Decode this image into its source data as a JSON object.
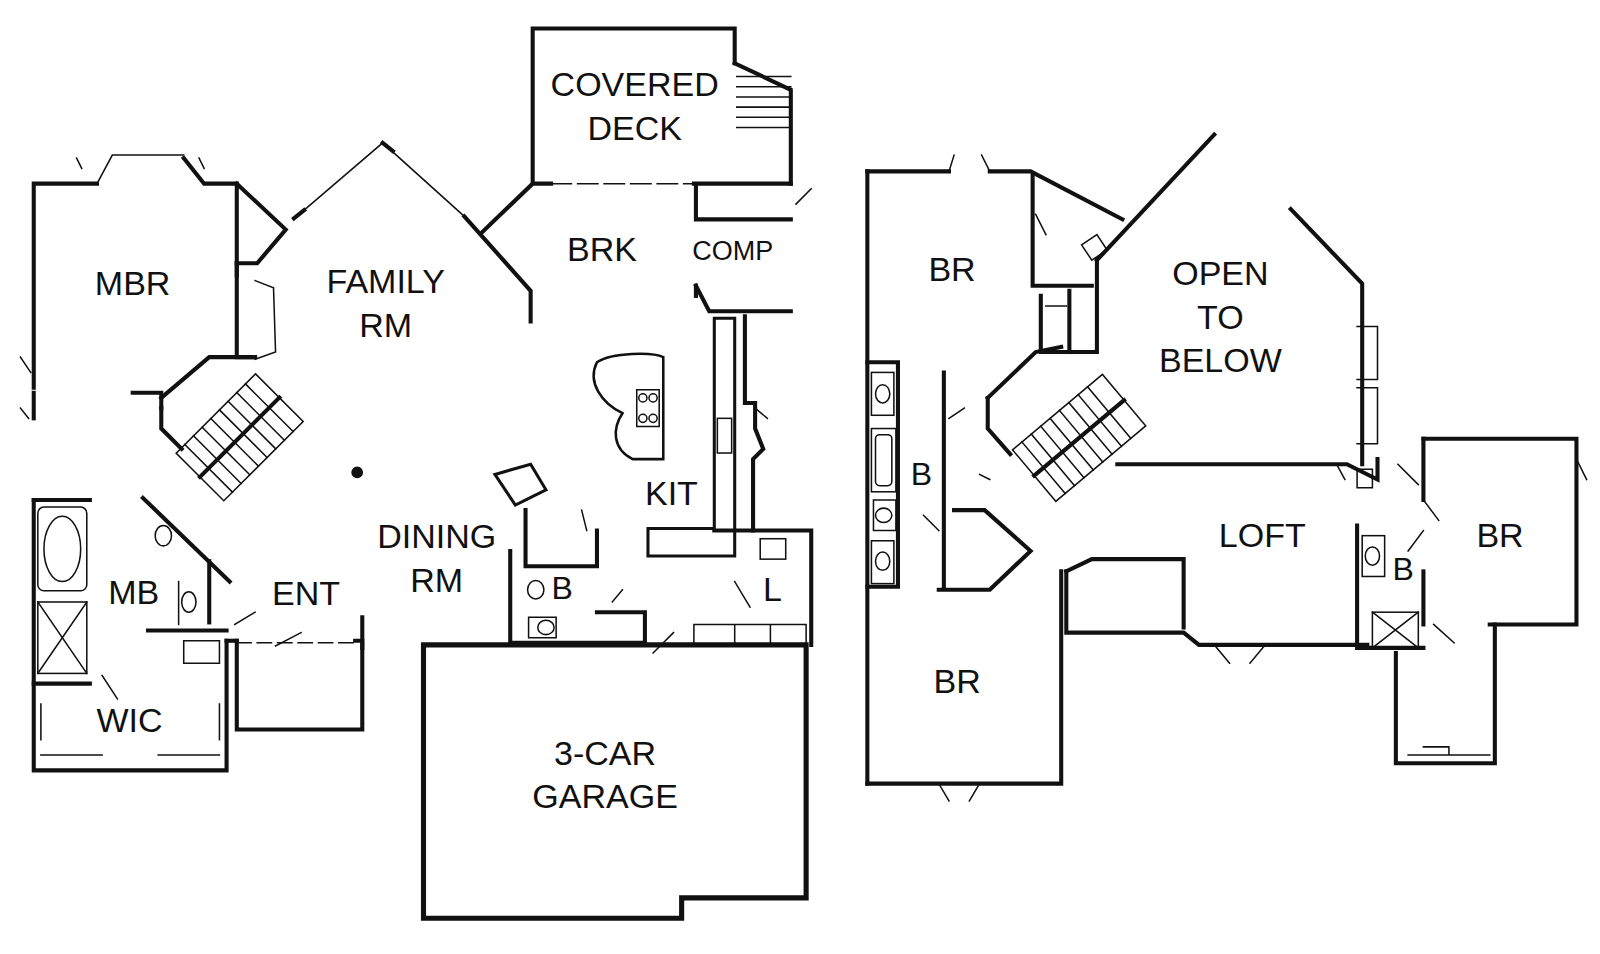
{
  "diagram": {
    "labels": [
      "COVERED DECK",
      "MBR",
      "FAMILY RM",
      "BRK",
      "COMP",
      "KIT",
      "DINING RM",
      "B",
      "L",
      "MB",
      "ENT",
      "WIC",
      "3-CAR GARAGE",
      "BR",
      "OPEN TO BELOW",
      "B",
      "LOFT",
      "B",
      "BR",
      "BR"
    ]
  }
}
